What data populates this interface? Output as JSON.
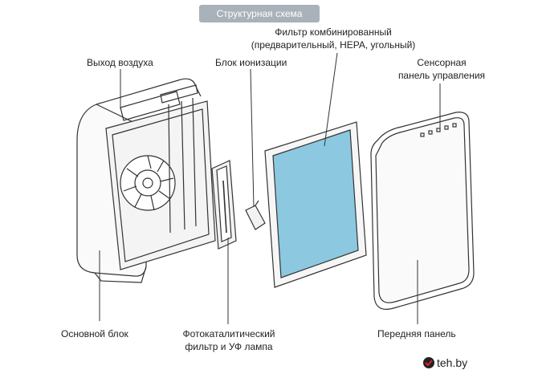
{
  "title": "Структурная схема",
  "labels": {
    "air_outlet": "Выход воздуха",
    "ionization_block": "Блок ионизации",
    "filter_line1": "Фильтр комбинированный",
    "filter_line2": "(предварительный, HEPA, угольный)",
    "touch_panel_line1": "Сенсорная",
    "touch_panel_line2": "панель управления",
    "main_unit": "Основной блок",
    "photocatalytic_line1": "Фотокаталитический",
    "photocatalytic_line2": "фильтр и УФ лампа",
    "front_panel": "Передняя панель"
  },
  "watermark": {
    "text": "teh.by"
  },
  "colors": {
    "badge_bg": "#a9b2ba",
    "filter_blue": "#8cc8e0",
    "line": "#333333",
    "watermark_accent": "#e0202a"
  }
}
